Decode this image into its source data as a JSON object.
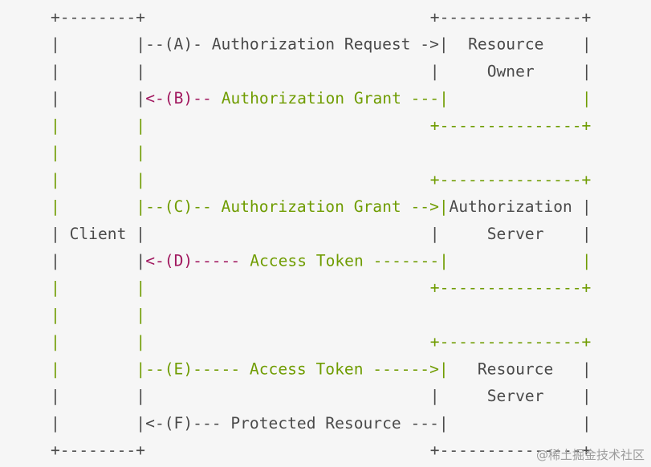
{
  "diagram": {
    "lines": [
      [
        {
          "text": "+--------+",
          "color": "dark",
          "col": 0
        },
        {
          "text": "+---------------+",
          "color": "dark",
          "col": 40
        }
      ],
      [
        {
          "text": "|",
          "color": "dark",
          "col": 0
        },
        {
          "text": "|--(A)- Authorization Request ->|",
          "color": "dark",
          "col": 9
        },
        {
          "text": "Resource",
          "color": "dark",
          "col": 44
        },
        {
          "text": "|",
          "color": "dark",
          "col": 56
        }
      ],
      [
        {
          "text": "|",
          "color": "dark",
          "col": 0
        },
        {
          "text": "|",
          "color": "dark",
          "col": 9
        },
        {
          "text": "|",
          "color": "dark",
          "col": 40
        },
        {
          "text": "Owner",
          "color": "dark",
          "col": 46
        },
        {
          "text": "|",
          "color": "dark",
          "col": 56
        }
      ],
      [
        {
          "text": "|",
          "color": "dark",
          "col": 0
        },
        {
          "text": "|",
          "color": "dark",
          "col": 9
        },
        {
          "text": "<-(B)--",
          "color": "magenta",
          "col": 10
        },
        {
          "text": "Authorization Grant ---|",
          "color": "green",
          "col": 18
        },
        {
          "text": "|",
          "color": "green",
          "col": 56
        }
      ],
      [
        {
          "text": "|",
          "color": "green",
          "col": 0
        },
        {
          "text": "|",
          "color": "green",
          "col": 9
        },
        {
          "text": "+---------------+",
          "color": "green",
          "col": 40
        }
      ],
      [
        {
          "text": "|",
          "color": "green",
          "col": 0
        },
        {
          "text": "|",
          "color": "green",
          "col": 9
        }
      ],
      [
        {
          "text": "|",
          "color": "green",
          "col": 0
        },
        {
          "text": "|",
          "color": "green",
          "col": 9
        },
        {
          "text": "+---------------+",
          "color": "green",
          "col": 40
        }
      ],
      [
        {
          "text": "|",
          "color": "green",
          "col": 0
        },
        {
          "text": "|--(C)-- Authorization Grant -->|",
          "color": "green",
          "col": 9
        },
        {
          "text": "Authorization",
          "color": "dark",
          "col": 42
        },
        {
          "text": "|",
          "color": "dark",
          "col": 56
        }
      ],
      [
        {
          "text": "| Client |",
          "color": "dark",
          "col": 0
        },
        {
          "text": "|",
          "color": "dark",
          "col": 40
        },
        {
          "text": "Server",
          "color": "dark",
          "col": 46
        },
        {
          "text": "|",
          "color": "dark",
          "col": 56
        }
      ],
      [
        {
          "text": "|",
          "color": "dark",
          "col": 0
        },
        {
          "text": "|",
          "color": "dark",
          "col": 9
        },
        {
          "text": "<-(D)-----",
          "color": "magenta",
          "col": 10
        },
        {
          "text": "Access Token -------|",
          "color": "green",
          "col": 21
        },
        {
          "text": "|",
          "color": "green",
          "col": 56
        }
      ],
      [
        {
          "text": "|",
          "color": "green",
          "col": 0
        },
        {
          "text": "|",
          "color": "green",
          "col": 9
        },
        {
          "text": "+---------------+",
          "color": "green",
          "col": 40
        }
      ],
      [
        {
          "text": "|",
          "color": "green",
          "col": 0
        },
        {
          "text": "|",
          "color": "green",
          "col": 9
        }
      ],
      [
        {
          "text": "|",
          "color": "green",
          "col": 0
        },
        {
          "text": "|",
          "color": "green",
          "col": 9
        },
        {
          "text": "+---------------+",
          "color": "green",
          "col": 40
        }
      ],
      [
        {
          "text": "|",
          "color": "green",
          "col": 0
        },
        {
          "text": "|--(E)----- Access Token ------>|",
          "color": "green",
          "col": 9
        },
        {
          "text": "Resource",
          "color": "dark",
          "col": 45
        },
        {
          "text": "|",
          "color": "dark",
          "col": 56
        }
      ],
      [
        {
          "text": "|",
          "color": "dark",
          "col": 0
        },
        {
          "text": "|",
          "color": "dark",
          "col": 9
        },
        {
          "text": "|",
          "color": "dark",
          "col": 40
        },
        {
          "text": "Server",
          "color": "dark",
          "col": 46
        },
        {
          "text": "|",
          "color": "dark",
          "col": 56
        }
      ],
      [
        {
          "text": "|",
          "color": "dark",
          "col": 0
        },
        {
          "text": "|<-(F)--- Protected Resource ---|",
          "color": "dark",
          "col": 9
        },
        {
          "text": "|",
          "color": "dark",
          "col": 56
        }
      ],
      [
        {
          "text": "+--------+",
          "color": "dark",
          "col": 0
        },
        {
          "text": "+---------------+",
          "color": "dark",
          "col": 40
        }
      ]
    ],
    "watermark": "@稀土掘金技术社区",
    "colors": {
      "dark": "#4a4a4a",
      "green": "#6f9c00",
      "magenta": "#a1185f",
      "background": "#f6f6f6"
    }
  }
}
